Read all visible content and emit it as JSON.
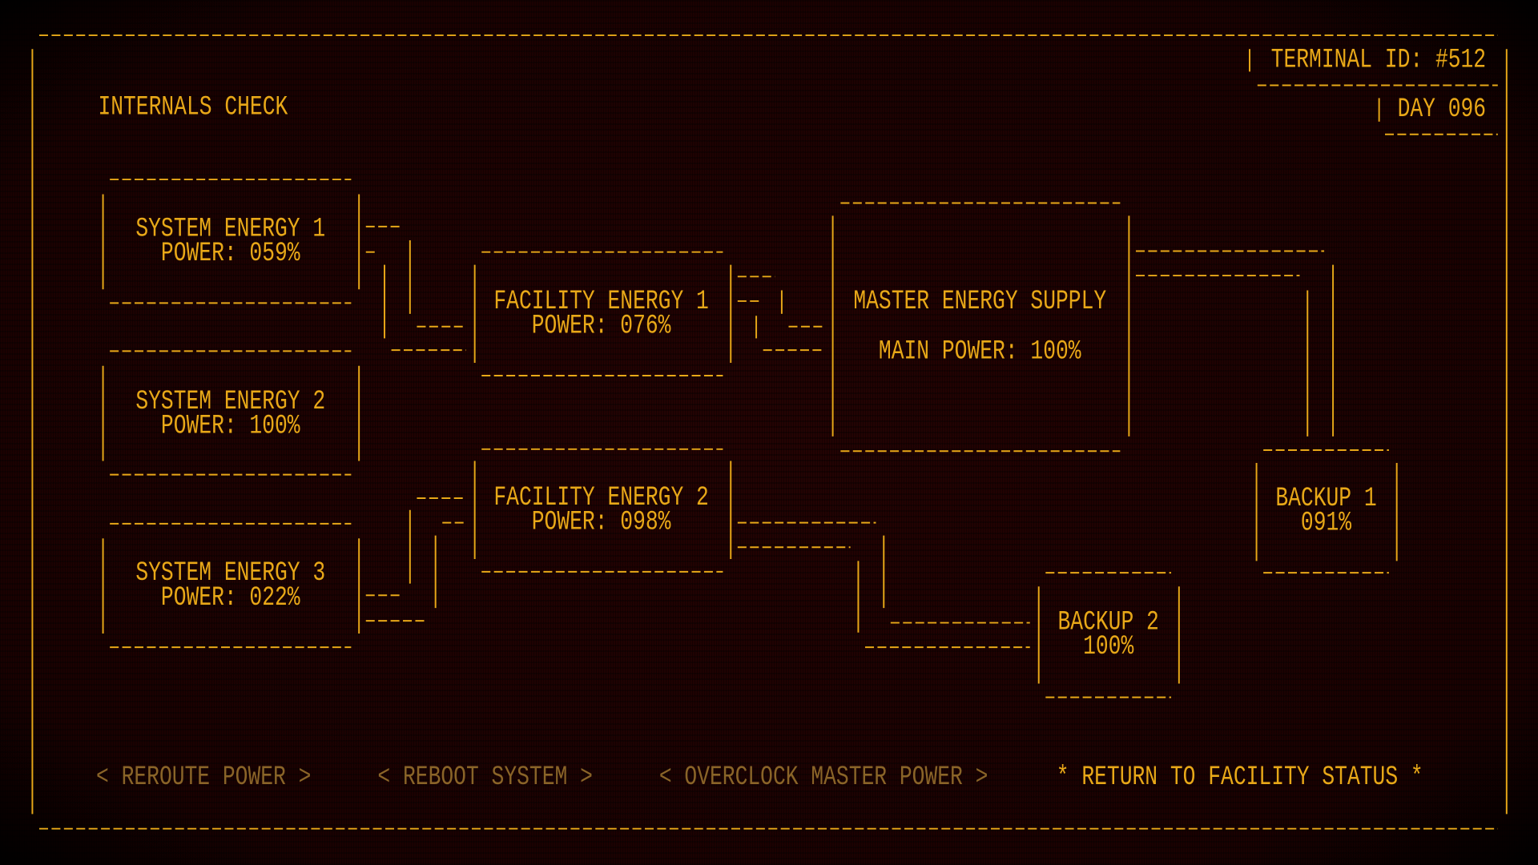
{
  "header": {
    "title": "INTERNALS CHECK",
    "terminal_id": "TERMINAL ID: #512",
    "day": "DAY 096"
  },
  "nodes": {
    "system_energy_1": {
      "name": "SYSTEM ENERGY 1",
      "power": "POWER: 059%"
    },
    "system_energy_2": {
      "name": "SYSTEM ENERGY 2",
      "power": "POWER: 100%"
    },
    "system_energy_3": {
      "name": "SYSTEM ENERGY 3",
      "power": "POWER: 022%"
    },
    "facility_energy_1": {
      "name": "FACILITY ENERGY 1",
      "power": "POWER: 076%"
    },
    "facility_energy_2": {
      "name": "FACILITY ENERGY 2",
      "power": "POWER: 098%"
    },
    "master": {
      "name": "MASTER ENERGY SUPPLY",
      "power": "MAIN POWER: 100%"
    },
    "backup_1": {
      "name": "BACKUP 1",
      "power": "091%"
    },
    "backup_2": {
      "name": "BACKUP 2",
      "power": "100%"
    }
  },
  "actions": {
    "reroute": "< REROUTE POWER >",
    "reboot": "< REBOOT SYSTEM >",
    "overclock": "< OVERCLOCK MASTER POWER >",
    "return": "* RETURN TO FACILITY STATUS *"
  },
  "colors": {
    "text": "#e8a818",
    "dim": "#8a6428",
    "background": "#1c0202"
  }
}
